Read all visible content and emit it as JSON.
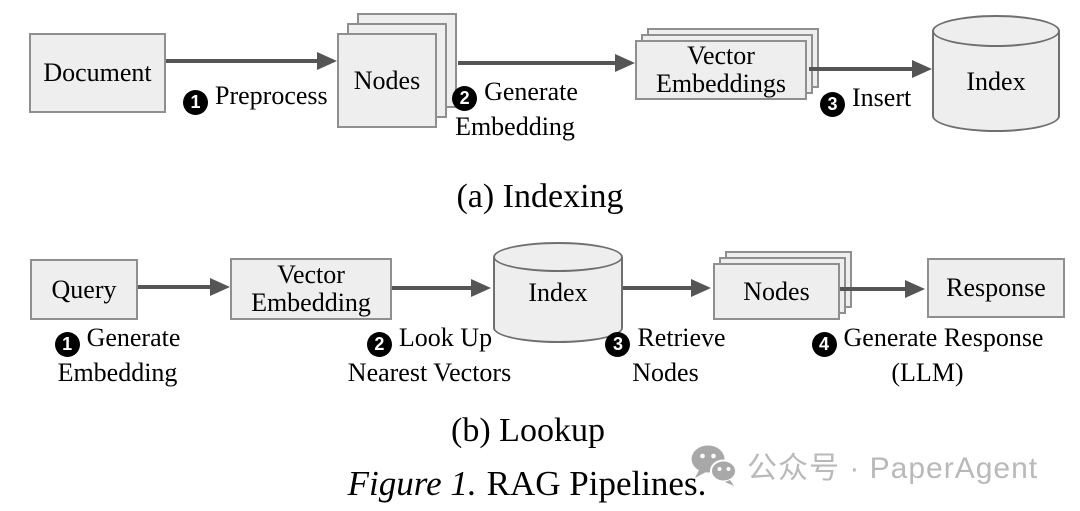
{
  "figure": {
    "panelA": {
      "caption": "(a) Indexing",
      "nodes": {
        "document": "Document",
        "nodes": "Nodes",
        "embeddings": "Vector Embeddings",
        "index": "Index"
      },
      "steps": [
        {
          "num": "1",
          "text": "Preprocess"
        },
        {
          "num": "2",
          "text": "Generate Embedding"
        },
        {
          "num": "3",
          "text": "Insert"
        }
      ]
    },
    "panelB": {
      "caption": "(b) Lookup",
      "nodes": {
        "query": "Query",
        "embedding": "Vector Embedding",
        "index": "Index",
        "nodes": "Nodes",
        "response": "Response"
      },
      "steps": [
        {
          "num": "1",
          "text": "Generate Embedding"
        },
        {
          "num": "2",
          "text": "Look Up Nearest Vectors"
        },
        {
          "num": "3",
          "text": "Retrieve Nodes"
        },
        {
          "num": "4",
          "text": "Generate Response (LLM)"
        }
      ]
    },
    "caption": {
      "label": "Figure 1.",
      "title": "RAG Pipelines."
    }
  },
  "watermark": {
    "icon": "wechat-icon",
    "text": "公众号 · PaperAgent"
  },
  "colors": {
    "box_fill": "#eeeeee",
    "box_border": "#8f8f8f",
    "cylinder_border": "#6f6f6f",
    "arrow": "#555555",
    "text": "#000000",
    "watermark": "#b9b9b9"
  }
}
